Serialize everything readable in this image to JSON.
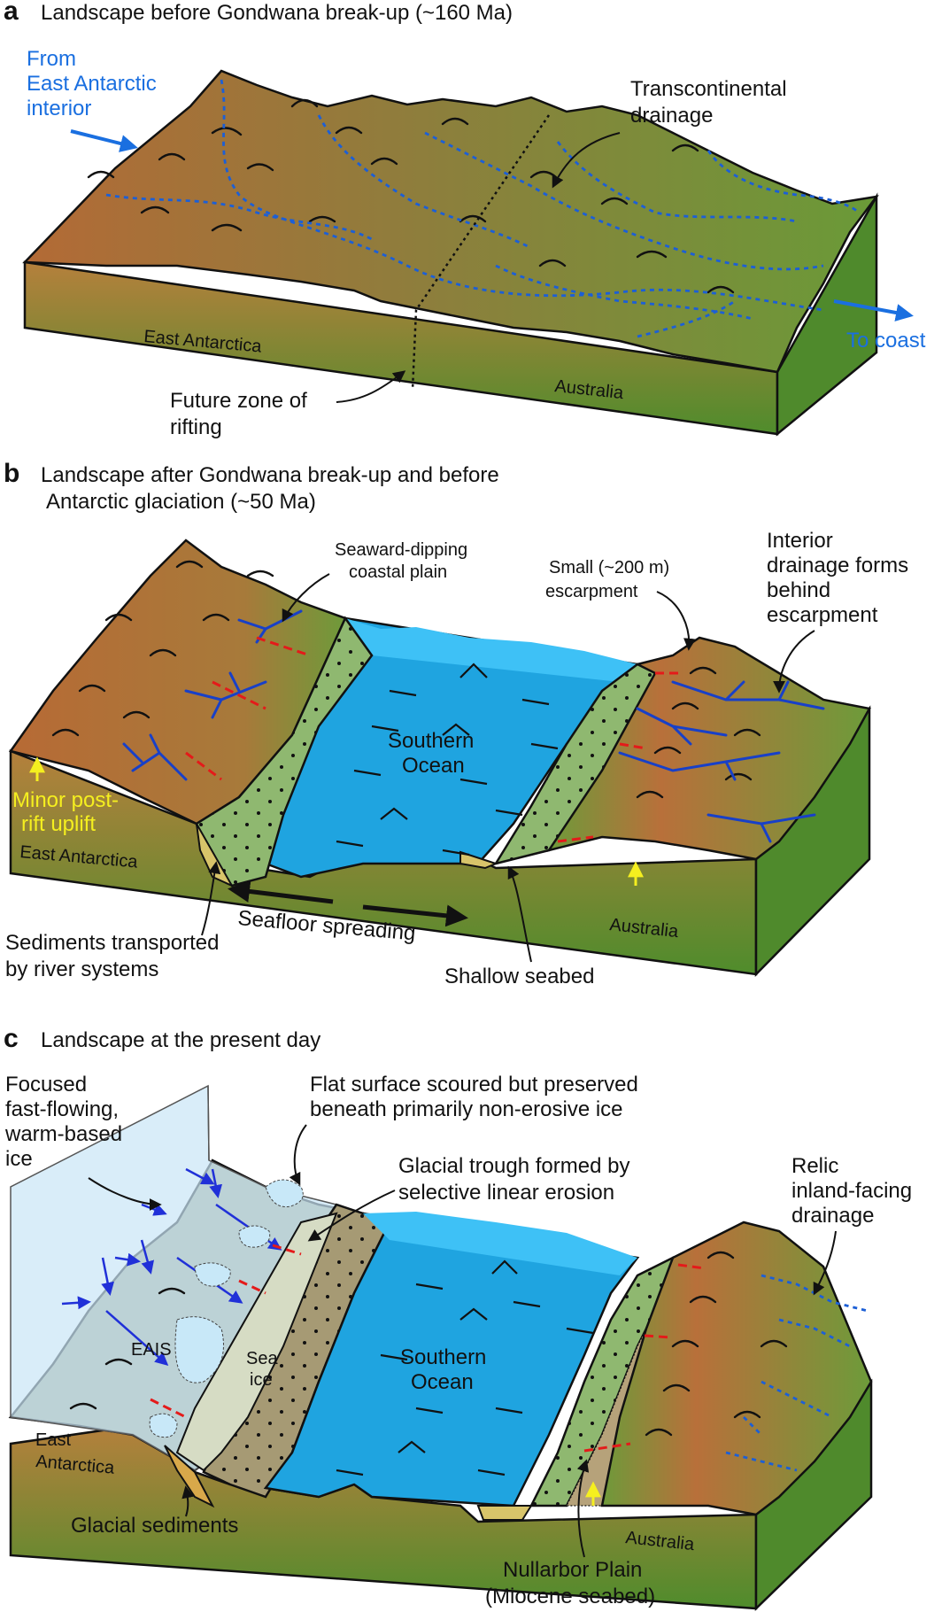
{
  "panels": {
    "a": {
      "letter": "a",
      "title": "Landscape before Gondwana break-up (~160 Ma)",
      "labels": {
        "from_interior_1": "From",
        "from_interior_2": "East Antarctic",
        "from_interior_3": "interior",
        "transcontinental_1": "Transcontinental",
        "transcontinental_2": "drainage",
        "east_antarctica": "East Antarctica",
        "australia": "Australia",
        "to_coast": "To coast",
        "future_rifting_1": "Future zone of",
        "future_rifting_2": "rifting"
      }
    },
    "b": {
      "letter": "b",
      "title_1": "Landscape after Gondwana break-up and before",
      "title_2": "Antarctic glaciation (~50 Ma)",
      "labels": {
        "seaward_1": "Seaward-dipping",
        "seaward_2": "coastal plain",
        "escarp_1": "Small (~200 m)",
        "escarp_2": "escarpment",
        "interior_1": "Interior",
        "interior_2": "drainage forms",
        "interior_3": "behind",
        "interior_4": "escarpment",
        "southern_1": "Southern",
        "southern_2": "Ocean",
        "minor_1": "Minor post-",
        "minor_2": "rift uplift",
        "east_antarctica": "East Antarctica",
        "australia": "Australia",
        "seafloor": "Seafloor spreading",
        "sediments_1": "Sediments transported",
        "sediments_2": "by river systems",
        "shallow": "Shallow seabed"
      }
    },
    "c": {
      "letter": "c",
      "title": "Landscape at the present day",
      "labels": {
        "focused_1": "Focused",
        "focused_2": "fast-flowing,",
        "focused_3": "warm-based",
        "focused_4": "ice",
        "flat_1": "Flat surface scoured but preserved",
        "flat_2": "beneath primarily non-erosive ice",
        "trough_1": "Glacial trough formed by",
        "trough_2": "selective linear erosion",
        "relic_1": "Relic",
        "relic_2": "inland-facing",
        "relic_3": "drainage",
        "eais": "EAIS",
        "sea_ice_1": "Sea",
        "sea_ice_2": "ice",
        "southern_1": "Southern",
        "southern_2": "Ocean",
        "east_1": "East",
        "east_2": "Antarctica",
        "australia": "Australia",
        "glacial_sed": "Glacial sediments",
        "nullarbor_1": "Nullarbor Plain",
        "nullarbor_2": "(Miocene seabed)"
      }
    }
  },
  "colors": {
    "terrain_brown": "#b9733a",
    "terrain_green": "#6f9a3a",
    "ocean": "#1fa4e0",
    "coastal_plain": "#8fb870",
    "label_blue": "#1a6fe0",
    "uplift_yellow": "#f5ef1f",
    "fault_red": "#e41a1a",
    "ice": "#c9e6f7"
  }
}
